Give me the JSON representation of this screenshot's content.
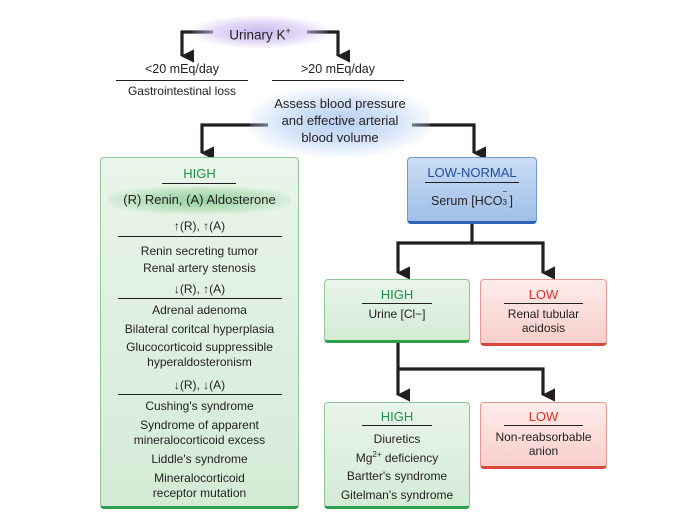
{
  "root": {
    "label": "Urinary K",
    "superscript": "+"
  },
  "low_urine": {
    "label": "<20 mEq/day",
    "result": "Gastrointestinal loss"
  },
  "high_urine": {
    "label": ">20 mEq/day",
    "next": [
      "Assess blood pressure",
      "and effective arterial",
      "blood volume"
    ]
  },
  "high_bp": {
    "heading": "HIGH",
    "subheading": "(R) Renin, (A) Aldosterone",
    "groups": [
      {
        "label": "↑(R), ↑(A)",
        "items": [
          "Renin secreting tumor",
          "Renal artery stenosis"
        ]
      },
      {
        "label": "↓(R), ↑(A)",
        "items": [
          "Adrenal adenoma",
          "Bilateral coritcal hyperplasia",
          "Glucocorticoid suppressible",
          "hyperaldosteronism"
        ]
      },
      {
        "label": "↓(R), ↓(A)",
        "items": [
          "Cushing's syndrome",
          "Syndrome of apparent",
          "mineralocorticoid excess",
          "Liddle's syndrome",
          "Mineralocorticoid",
          "receptor mutation"
        ]
      }
    ]
  },
  "low_normal": {
    "heading": "LOW-NORMAL",
    "test_prefix": "Serum [HCO",
    "test_sub": "3",
    "test_sup": "−",
    "test_suffix": "]"
  },
  "hco3_high": {
    "heading": "HIGH",
    "test": "Urine [Cl−]"
  },
  "hco3_low": {
    "heading": "LOW",
    "items": [
      "Renal tubular",
      "acidosis"
    ]
  },
  "cl_high": {
    "heading": "HIGH",
    "items": [
      "Diuretics",
      "deficiency",
      "Bartter's syndrome",
      "Gitelman's syndrome"
    ],
    "mg_prefix": "Mg",
    "mg_sup": "2+"
  },
  "cl_low": {
    "heading": "LOW",
    "items": [
      "Non-reabsorbable",
      "anion"
    ]
  },
  "colors": {
    "green": "#1f9247",
    "red": "#d8342a",
    "blue": "#1f4fa0",
    "line": "#231f20"
  }
}
